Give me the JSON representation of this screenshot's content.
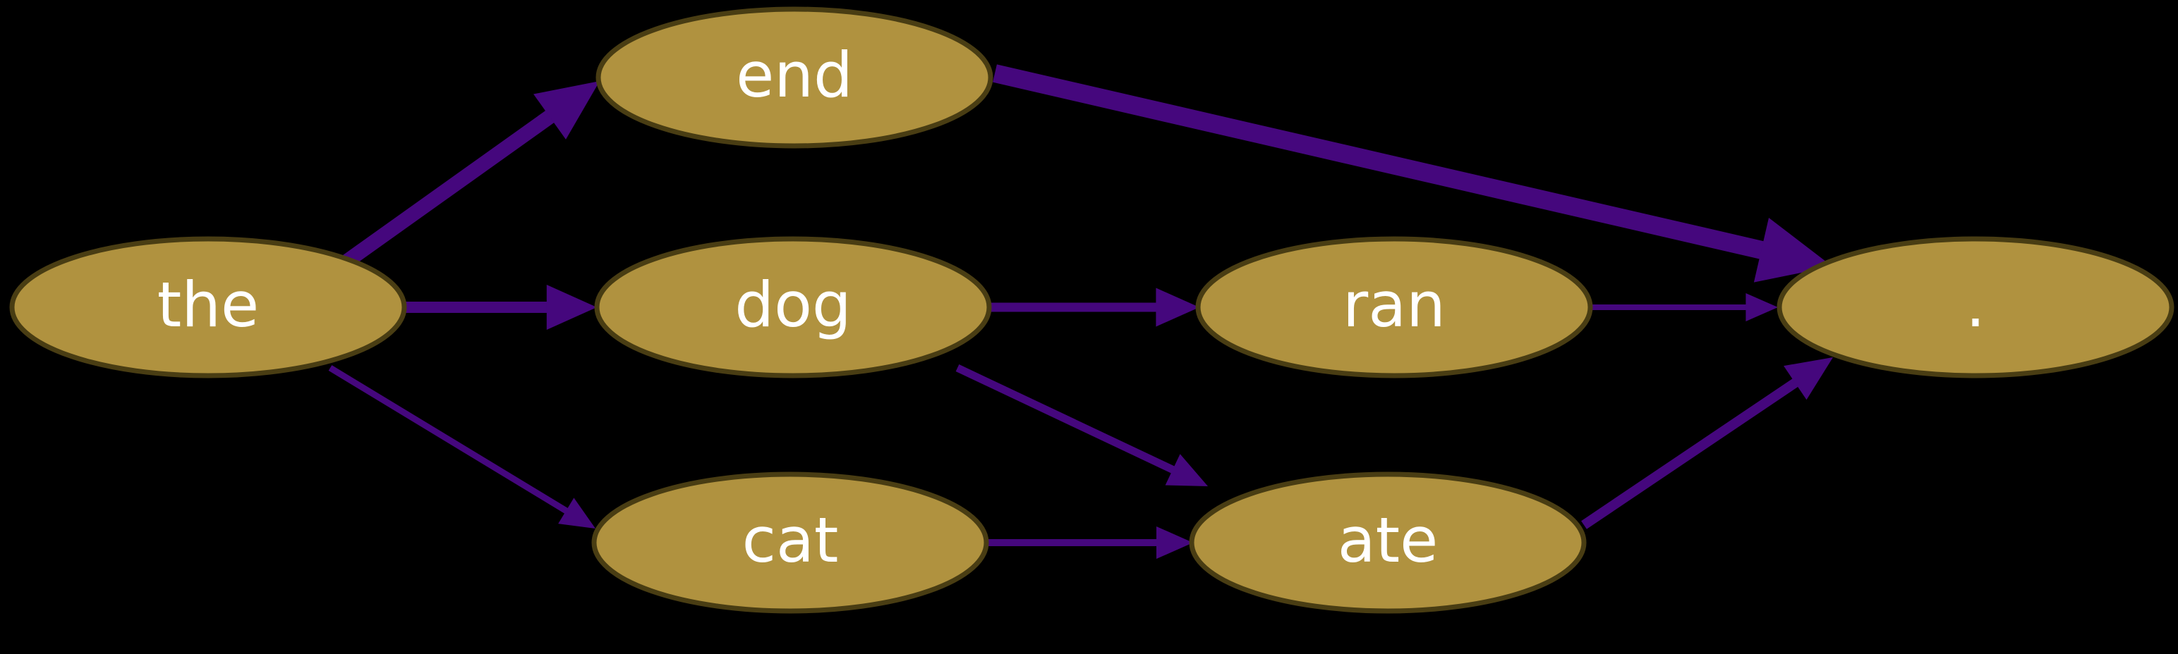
{
  "graph": {
    "type": "directed-word-graph",
    "background": "#000000",
    "colors": {
      "node_fill": "#B0923F",
      "node_stroke": "#493D13",
      "edge": "#45077D",
      "text": "#FFFFFF"
    },
    "nodes": [
      {
        "id": "the",
        "label": "the"
      },
      {
        "id": "end",
        "label": "end"
      },
      {
        "id": "dog",
        "label": "dog"
      },
      {
        "id": "cat",
        "label": "cat"
      },
      {
        "id": "ran",
        "label": "ran"
      },
      {
        "id": "ate",
        "label": "ate"
      },
      {
        "id": "period",
        "label": "."
      }
    ],
    "edges": [
      {
        "from": "the",
        "to": "end",
        "width": 21
      },
      {
        "from": "the",
        "to": "dog",
        "width": 16
      },
      {
        "from": "the",
        "to": "cat",
        "width": 9
      },
      {
        "from": "end",
        "to": "period",
        "width": 26
      },
      {
        "from": "dog",
        "to": "ran",
        "width": 13
      },
      {
        "from": "dog",
        "to": "ate",
        "width": 11
      },
      {
        "from": "cat",
        "to": "ate",
        "width": 10
      },
      {
        "from": "ran",
        "to": "period",
        "width": 8
      },
      {
        "from": "ate",
        "to": "period",
        "width": 14
      }
    ]
  }
}
